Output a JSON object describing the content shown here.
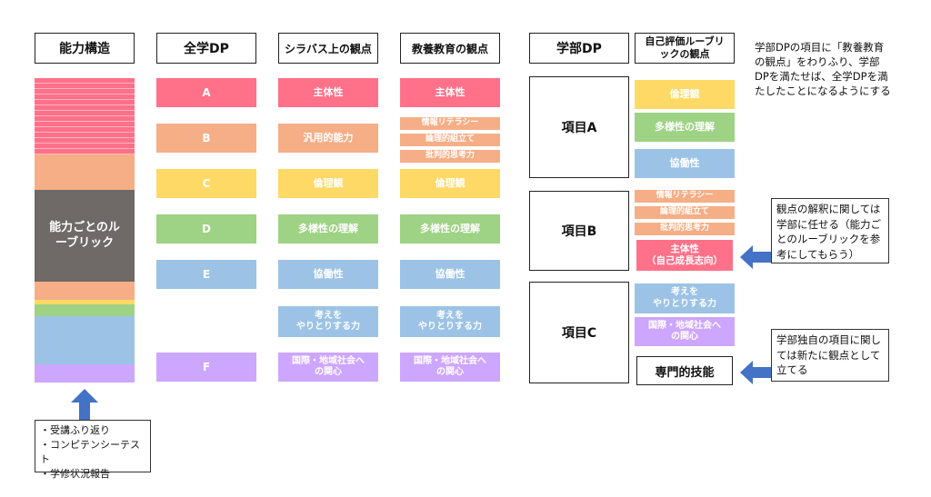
{
  "colors": {
    "pink": "#ff7189",
    "orange": "#f5ae86",
    "yellow": "#fed965",
    "green": "#9ed284",
    "blue": "#9cc3e6",
    "purple": "#cda6ff",
    "gray": "#6f6968",
    "arrow": "#4472c4"
  },
  "headers": {
    "ability": "能力構造",
    "all_dp": "全学DP",
    "syllabus": "シラバス上の観点",
    "liberal": "教養教育の観点",
    "faculty_dp": "学部DP",
    "rubric": "自己評価ルーブリックの観点"
  },
  "ability": {
    "rubric_label": "能力ごとのルーブリック"
  },
  "input_list": [
    "・受講ふり返り",
    "・コンピテンシーテスト",
    "・学修状況報告"
  ],
  "dp": [
    "A",
    "B",
    "C",
    "D",
    "E",
    "F"
  ],
  "syllabus": [
    "主体性",
    "汎用的能力",
    "倫理観",
    "多様性の理解",
    "協働性",
    "考えを\nやりとりする力",
    "国際・地域社会への関心"
  ],
  "liberal": {
    "shutai": "主体性",
    "literacy": "情報リテラシー",
    "logic": "論理的組立て",
    "critical": "批判的思考力",
    "ethics": "倫理観",
    "diversity": "多様性の理解",
    "cooperation": "協働性",
    "exchange": "考えを\nやりとりする力",
    "global": "国際・地域社会への関心"
  },
  "faculty_items": [
    "項目A",
    "項目B",
    "項目C"
  ],
  "rubric": {
    "a1": "倫理観",
    "a2": "多様性の理解",
    "a3": "協働性",
    "b1": "情報リテラシー",
    "b2": "論理的組立て",
    "b3": "批判的思考力",
    "b4": "主体性\n（自己成長志向）",
    "c1": "考えを\nやりとりする力",
    "c2": "国際・地域社会への関心",
    "c3": "専門的技能"
  },
  "notes": {
    "top": "学部DPの項目に「教養教育の観点」をわりふり、学部DPを満たせば、全学DPを満たしたことになるようにする",
    "interpret": "観点の解釈に関しては学部に任せる（能力ごとのルーブリックを参考にしてもらう）",
    "specialty": "学部独自の項目に関しては新たに観点として立てる"
  }
}
